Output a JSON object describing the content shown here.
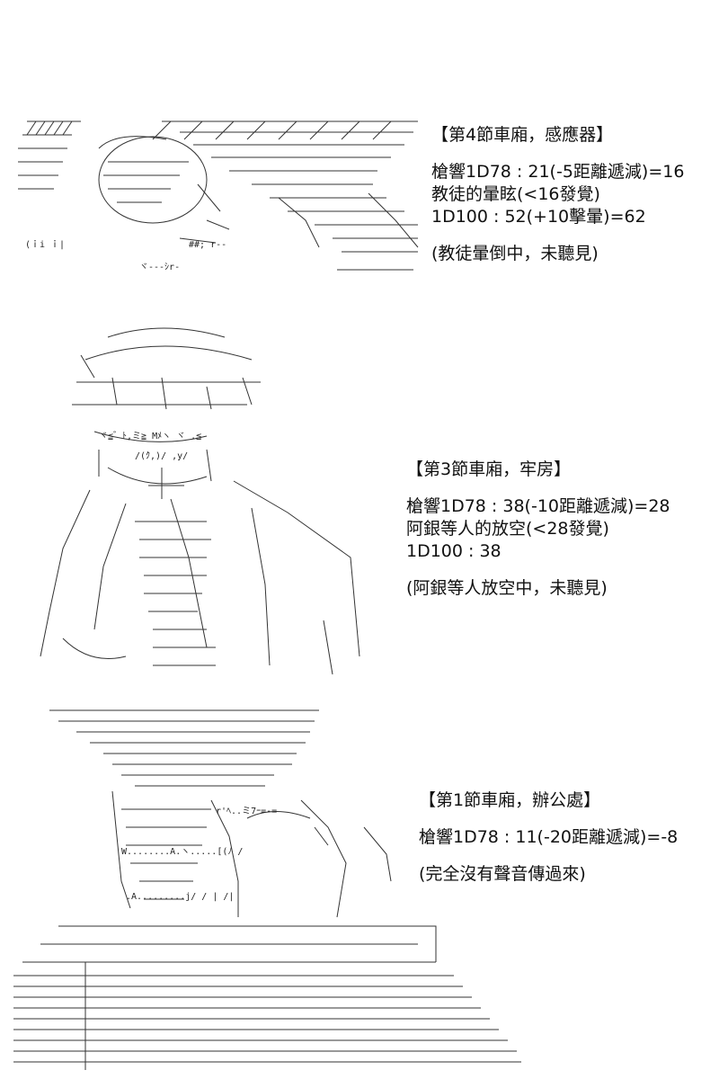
{
  "panels": [
    {
      "heading": "【第4節車廂，感應器】",
      "lines": [
        "槍響1D78 : 21(-5距離遞減)=16",
        "教徒的暈眩(<16發覺)",
        "1D100 : 52(+10擊暈)=62"
      ],
      "note": "(教徒暈倒中，未聽見)"
    },
    {
      "heading": "【第3節車廂，牢房】",
      "lines": [
        "槍響1D78 : 38(-10距離遞減)=28",
        "阿銀等人的放空(<28發覺)",
        "1D100 : 38"
      ],
      "note": "(阿銀等人放空中，未聽見)"
    },
    {
      "heading": "【第1節車廂，辦公處】",
      "lines": [
        "槍響1D78 : 11(-20距離遞減)=-8"
      ],
      "note": "(完全沒有聲音傳過來)"
    }
  ]
}
